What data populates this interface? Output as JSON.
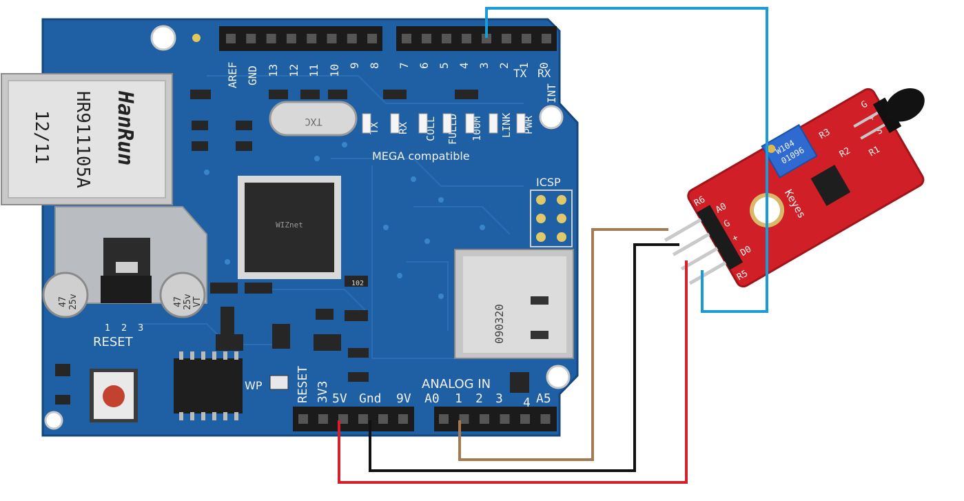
{
  "colors": {
    "board": "#1f5fa3",
    "board_dark": "#164a82",
    "header": "#1b1b1b",
    "sensor_pcb": "#d01f26",
    "wire_signal": "#1a9ad6",
    "wire_analog": "#a57a52",
    "wire_ground": "#111111",
    "wire_power": "#d4202a"
  },
  "rj45": {
    "brand": "HanRun",
    "part": "HR911105A",
    "date": "12/11"
  },
  "digital_pins": {
    "labels": [
      "AREF",
      "GND",
      "13",
      "12",
      "11",
      "10",
      "9",
      "8",
      "7",
      "6",
      "5",
      "4",
      "3",
      "2",
      "1",
      "0"
    ],
    "tx": "TX",
    "rx": "RX",
    "int": "INT"
  },
  "leds": [
    "TX",
    "RX",
    "COLL",
    "FULLD",
    "100M",
    "LINK",
    "PWR"
  ],
  "crystal": "TXC",
  "mega_label": "MEGA compatible",
  "icsp_label": "ICSP",
  "sd_card_code": "090320",
  "reset_label": "RESET",
  "wp_label": "WP",
  "regulator_pins": [
    "1",
    "2",
    "3"
  ],
  "cap_labels": [
    "47",
    "25v",
    "VT"
  ],
  "resistor_code": "102",
  "power_pins": [
    "RESET",
    "3V3",
    "5V",
    "Gnd",
    "9V"
  ],
  "analog_title": "ANALOG IN",
  "analog_pins": [
    "A0",
    "1",
    "2",
    "3",
    "4",
    "A5"
  ],
  "sensor": {
    "brand": "Keyes",
    "pot_code_1": "W104",
    "pot_code_2": "01096",
    "pins": [
      "A0",
      "G",
      "+",
      "D0"
    ],
    "side_labels": [
      "R6",
      "R5",
      "R3",
      "R2",
      "R1"
    ],
    "top_labels": [
      "G",
      "+",
      "S"
    ]
  }
}
